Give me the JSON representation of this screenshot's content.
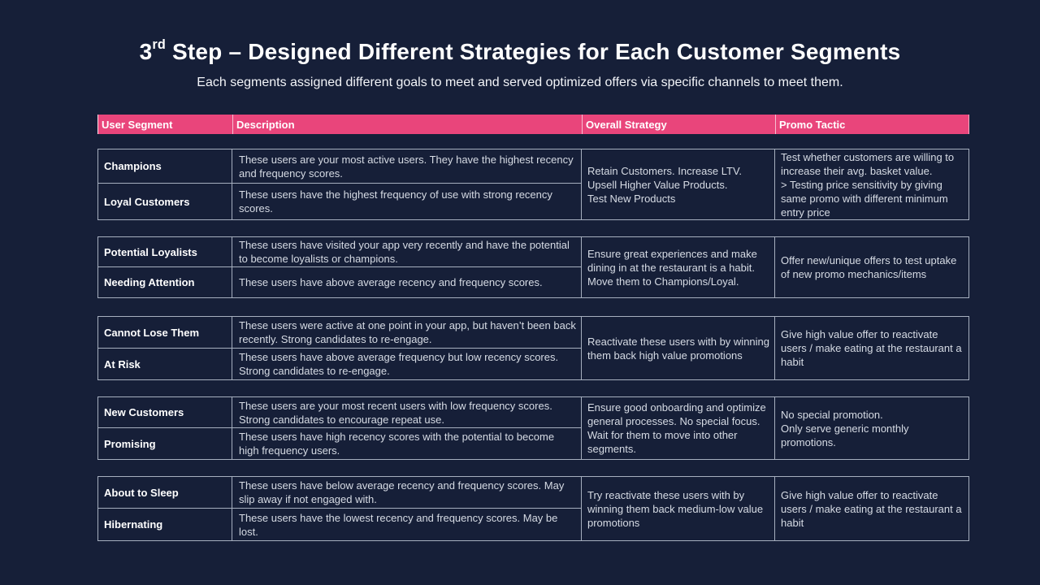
{
  "slide": {
    "title_number": "3",
    "title_sup": "rd",
    "title_rest": " Step – Designed Different Strategies for Each Customer Segments",
    "subtitle": "Each segments assigned different goals to meet and served optimized offers via specific channels to meet them."
  },
  "table": {
    "headers": [
      "User Segment",
      "Description",
      "Overall Strategy",
      "Promo Tactic"
    ],
    "groups": [
      {
        "segments": [
          {
            "name": "Champions",
            "description": "These users are your most active users. They have the highest recency and frequency scores."
          },
          {
            "name": "Loyal Customers",
            "description": "These users have the highest frequency of use with strong recency scores."
          }
        ],
        "strategy": "Retain Customers. Increase LTV.\nUpsell Higher Value Products.\nTest New Products",
        "promo": "Test whether customers are willing to increase their avg. basket value.\n> Testing price sensitivity by giving same promo with different minimum entry price"
      },
      {
        "segments": [
          {
            "name": "Potential Loyalists",
            "description": "These users have visited your app very recently and have the potential to become loyalists or champions."
          },
          {
            "name": "Needing Attention",
            "description": "These users have above average recency and frequency scores."
          }
        ],
        "strategy": "Ensure great experiences and make dining in at the restaurant is a habit. Move them to Champions/Loyal.",
        "promo": "Offer new/unique offers to test uptake of new promo mechanics/items"
      },
      {
        "segments": [
          {
            "name": "Cannot Lose Them",
            "description": "These users were active at one point in your app, but haven’t been back recently. Strong candidates to re-engage."
          },
          {
            "name": "At Risk",
            "description": "These users have above average frequency but low recency scores. Strong candidates to re-engage."
          }
        ],
        "strategy": "Reactivate these users with by winning them back high value promotions",
        "promo": "Give high value offer to reactivate users / make eating at the restaurant a habit"
      },
      {
        "segments": [
          {
            "name": "New Customers",
            "description": "These users are your most recent users with low frequency scores. Strong candidates to encourage repeat use."
          },
          {
            "name": "Promising",
            "description": "These users have high recency scores with the potential to become high frequency users."
          }
        ],
        "strategy": "Ensure good onboarding and optimize general processes. No special focus. Wait for them to move into other segments.",
        "promo": "No special promotion.\nOnly serve generic monthly promotions."
      },
      {
        "segments": [
          {
            "name": "About to Sleep",
            "description": "These users have below average recency and frequency scores. May slip away if not engaged with."
          },
          {
            "name": "Hibernating",
            "description": "These users have the lowest recency and frequency scores. May be lost."
          }
        ],
        "strategy": "Try reactivate these users with by winning them back medium-low value promotions",
        "promo": "Give high value offer to reactivate users / make eating at the restaurant a habit"
      }
    ]
  },
  "colors": {
    "background_navy": "#161F38",
    "header_pink": "#E9457B",
    "table_border": "#A6AFBF",
    "body_text": "#D6DBE4"
  }
}
